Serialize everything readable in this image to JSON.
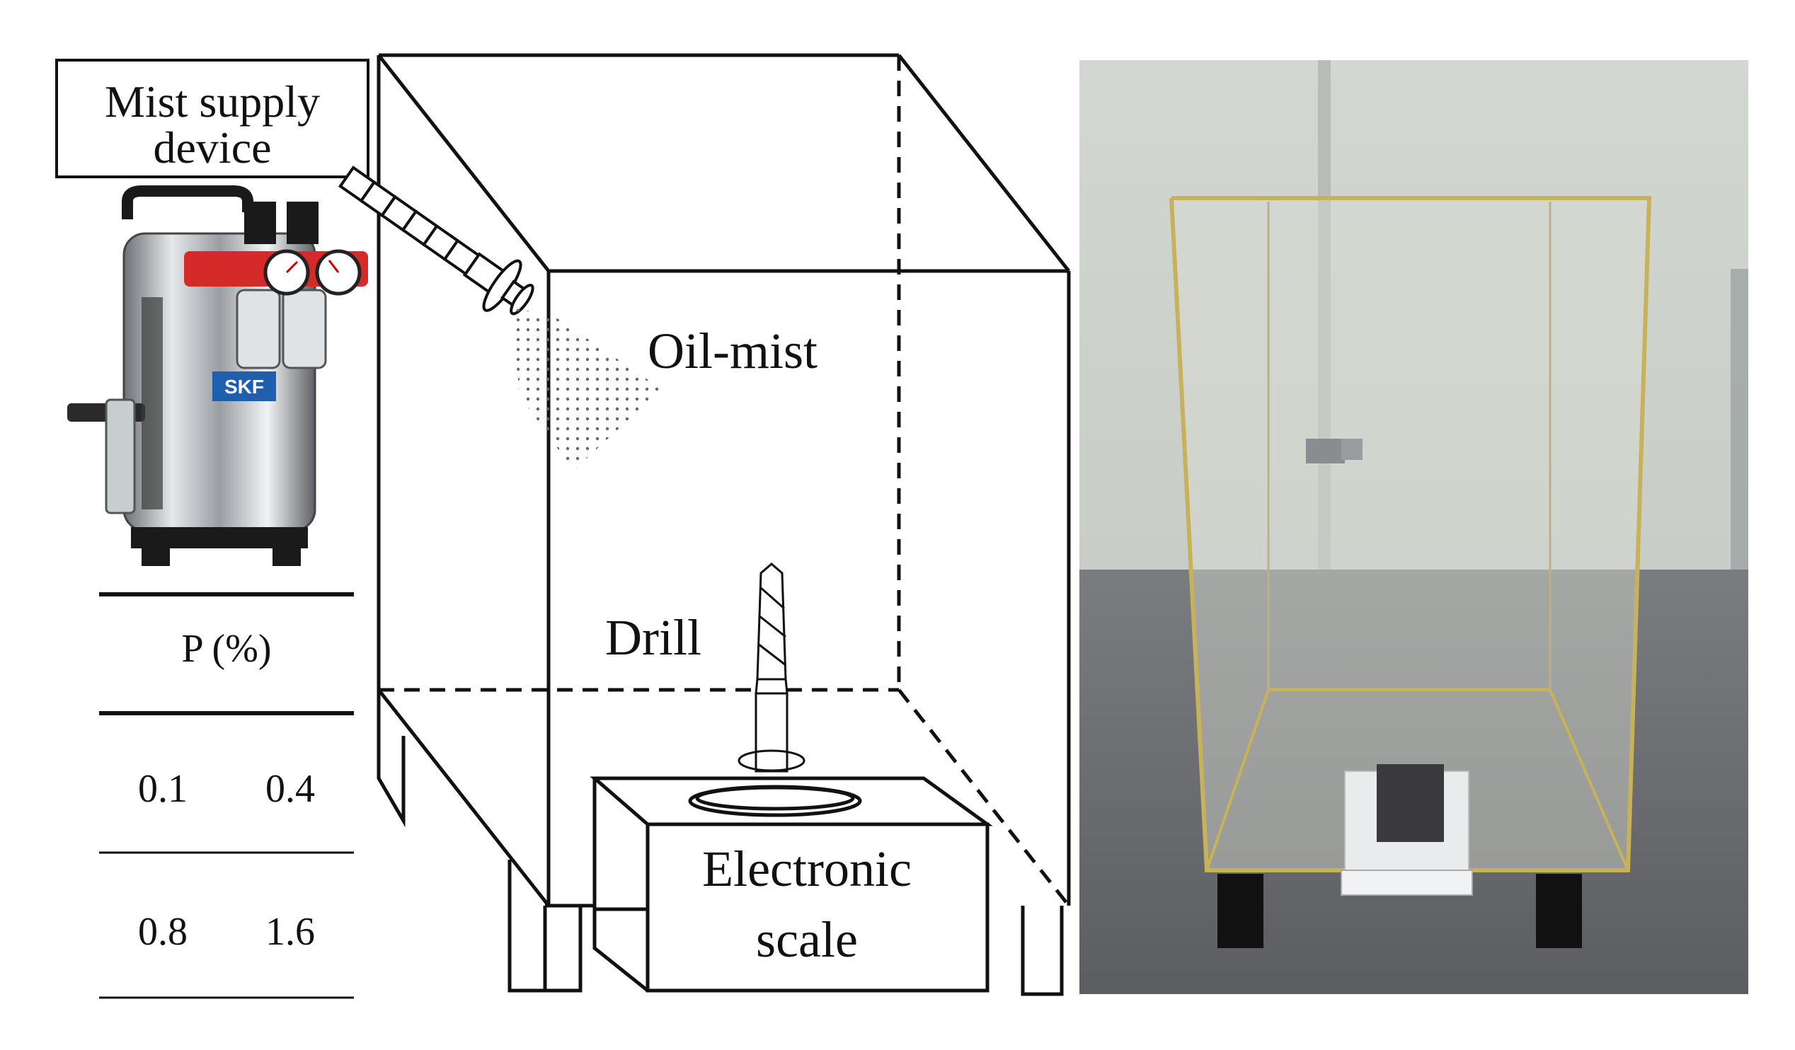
{
  "labels": {
    "mist_supply_line1": "Mist supply",
    "mist_supply_line2": "device",
    "oil_mist": "Oil-mist",
    "drill": "Drill",
    "scale_line1": "Electronic",
    "scale_line2": "scale"
  },
  "device_brand": "SKF",
  "table": {
    "header": "P (%)",
    "rows": [
      [
        "0.1",
        "0.4"
      ],
      [
        "0.8",
        "1.6"
      ]
    ]
  },
  "colors": {
    "line": "#111111",
    "wall": "#c9cdc8",
    "floor": "#6e6f73",
    "device_red": "#d42a2a",
    "device_blue": "#1f5fb0",
    "acrylic_edge": "#c7b25a"
  }
}
